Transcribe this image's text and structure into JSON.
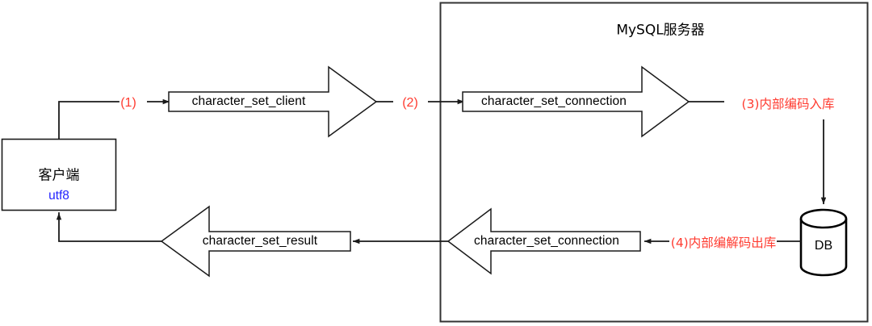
{
  "diagram": {
    "title_server": "MySQL服务器",
    "client": {
      "name": "客户端",
      "charset": "utf8",
      "charset_color": "#2222ff"
    },
    "database": {
      "label": "DB"
    },
    "step_color": "#ff3b30",
    "steps": [
      {
        "id": "1",
        "text": "(1)"
      },
      {
        "id": "2",
        "text": "(2)"
      },
      {
        "id": "3",
        "text": "(3)内部编码入库"
      },
      {
        "id": "4",
        "text": "(4)内部编解码出库"
      }
    ],
    "arrows": [
      {
        "id": "character_set_client",
        "label": "character_set_client",
        "direction": "right"
      },
      {
        "id": "character_set_connection_in",
        "label": "character_set_connection",
        "direction": "right"
      },
      {
        "id": "character_set_connection_out",
        "label": "character_set_connection",
        "direction": "left"
      },
      {
        "id": "character_set_result",
        "label": "character_set_result",
        "direction": "left"
      }
    ]
  }
}
